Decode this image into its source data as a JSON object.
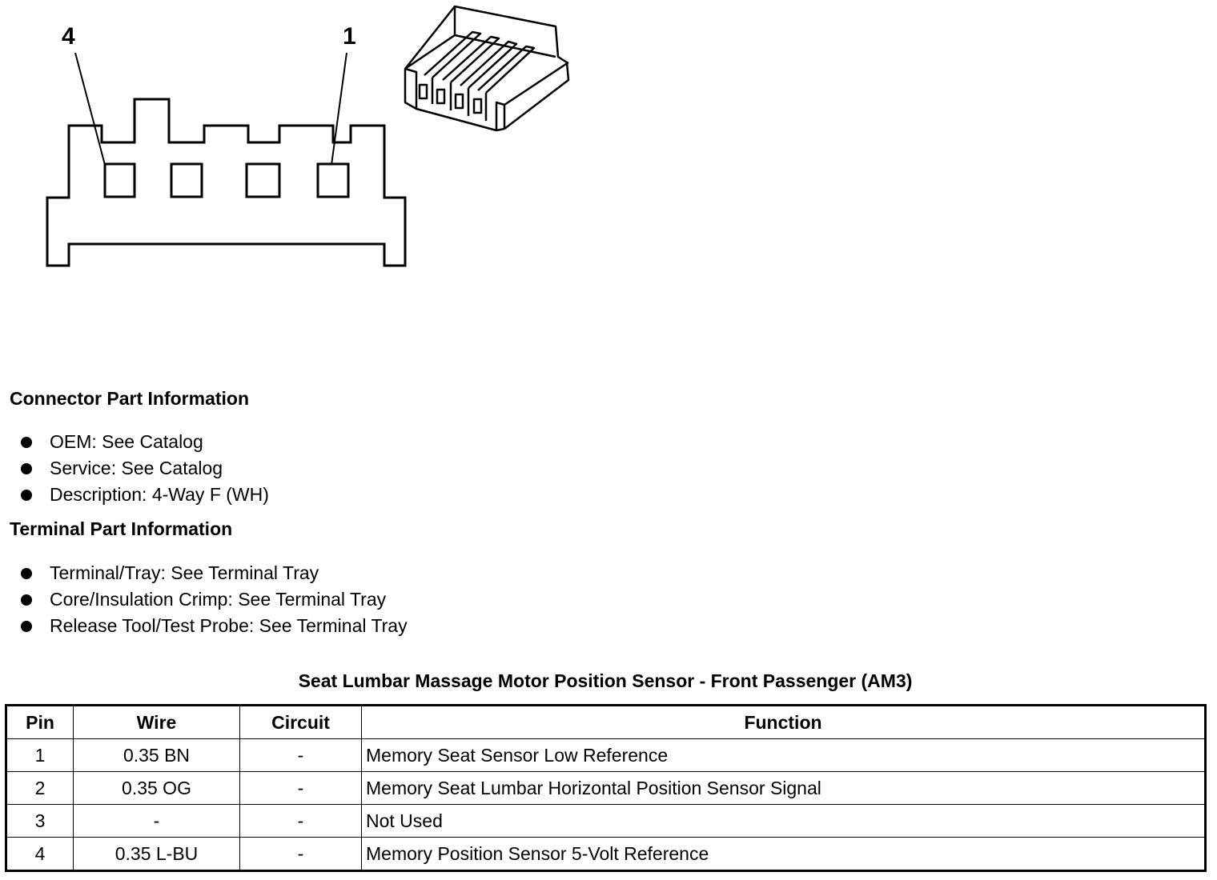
{
  "connector": {
    "pin_labels": [
      "4",
      "1"
    ]
  },
  "connector_part_information": {
    "heading": "Connector Part Information",
    "items": [
      "OEM: See Catalog",
      "Service: See Catalog",
      "Description: 4-Way F (WH)"
    ]
  },
  "terminal_part_information": {
    "heading": "Terminal Part Information",
    "items": [
      "Terminal/Tray: See Terminal Tray",
      "Core/Insulation Crimp: See Terminal Tray",
      "Release Tool/Test Probe: See Terminal Tray"
    ]
  },
  "pin_table": {
    "title": "Seat Lumbar Massage Motor Position Sensor - Front Passenger (AM3)",
    "headers": [
      "Pin",
      "Wire",
      "Circuit",
      "Function"
    ],
    "rows": [
      [
        "1",
        "0.35 BN",
        "-",
        "Memory Seat Sensor Low Reference"
      ],
      [
        "2",
        "0.35 OG",
        "-",
        "Memory Seat Lumbar Horizontal Position Sensor Signal"
      ],
      [
        "3",
        "-",
        "-",
        "Not Used"
      ],
      [
        "4",
        "0.35 L-BU",
        "-",
        "Memory Position Sensor 5-Volt Reference"
      ]
    ]
  }
}
